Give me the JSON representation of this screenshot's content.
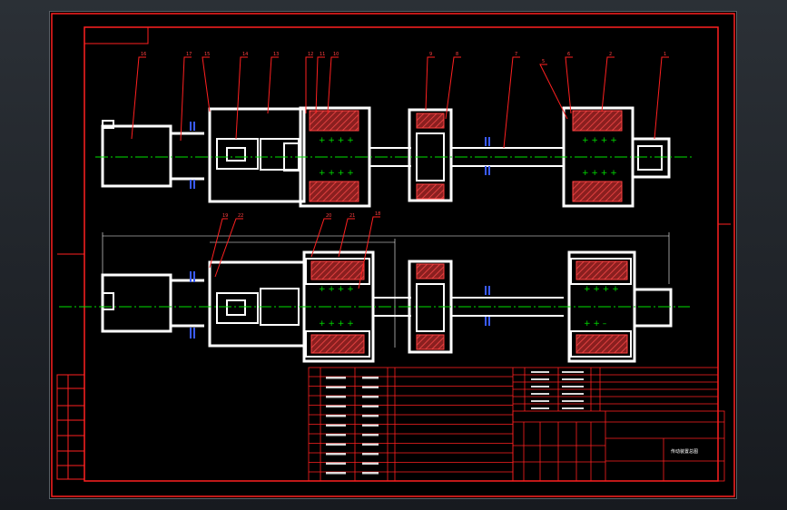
{
  "drawing": {
    "title_block_name": "传动装置总图"
  },
  "balloons_top": [
    "16",
    "17",
    "15",
    "14",
    "13",
    "12",
    "11",
    "10",
    "9",
    "8",
    "7",
    "5",
    "6",
    "2",
    "1"
  ],
  "balloons_bottom": [
    "19",
    "22",
    "20",
    "21",
    "18"
  ],
  "colors": {
    "background": "#000000",
    "border": "#ff2020",
    "part": "#ffffff",
    "centerline": "#00e000",
    "hatch": "#c0392b",
    "bolt": "#3a5bff"
  }
}
